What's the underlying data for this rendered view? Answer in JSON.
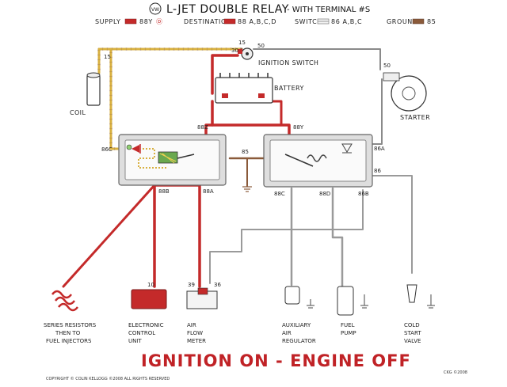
{
  "header": {
    "brand_mark": "VW",
    "title": "L-JET  DOUBLE RELAY",
    "subtitle": "- WITH TERMINAL #S"
  },
  "legend": {
    "supply": {
      "label": "SUPPLY",
      "code": "88Y",
      "badge": "Ⓓ"
    },
    "destination": {
      "label": "DESTINATION",
      "code": "88 A,B,C,D"
    },
    "switch": {
      "label": "SWITCH",
      "code": "86 A,B,C"
    },
    "ground": {
      "label": "GROUND",
      "code": "85"
    }
  },
  "components": {
    "ignition_switch": "IGNITION SWITCH",
    "battery": "BATTERY",
    "coil": "COIL",
    "starter": "STARTER",
    "series_resistors": [
      "SERIES RESISTORS",
      "THEN TO",
      "FUEL INJECTORS"
    ],
    "ecu": [
      "ELECTRONIC",
      "CONTROL",
      "UNIT"
    ],
    "air_flow_meter": [
      "AIR",
      "FLOW",
      "METER"
    ],
    "aux_air_regulator": [
      "AUXILIARY",
      "AIR",
      "REGULATOR"
    ],
    "fuel_pump": [
      "FUEL",
      "PUMP"
    ],
    "cold_start_valve": [
      "COLD",
      "START",
      "VALVE"
    ]
  },
  "terminals": {
    "t15_coil": "15",
    "t15_switch": "15",
    "t30": "30",
    "t50_switch": "50",
    "t50_starter": "50",
    "t88z": "88Z",
    "t88y": "88Y",
    "t86c": "86C",
    "t85": "85",
    "t86a": "86A",
    "t86": "86",
    "t88b": "88B",
    "t88a": "88A",
    "t88c": "88C",
    "t88d": "88D",
    "t86b": "86B",
    "t10": "10",
    "t39": "39",
    "t36": "36"
  },
  "status": "IGNITION ON - ENGINE OFF",
  "footer": {
    "copyright": "COPYRIGHT © COLIN KELLOGG ©2008 ALL RIGHTS RESERVED",
    "signature": "CKG ©2008"
  },
  "colors": {
    "supply_red": "#c42a2a",
    "wire_gray": "#9a9a9a",
    "ground_brown": "#8a5a3a",
    "coil_wire": "#c8a040",
    "status_red": "#c02226"
  }
}
